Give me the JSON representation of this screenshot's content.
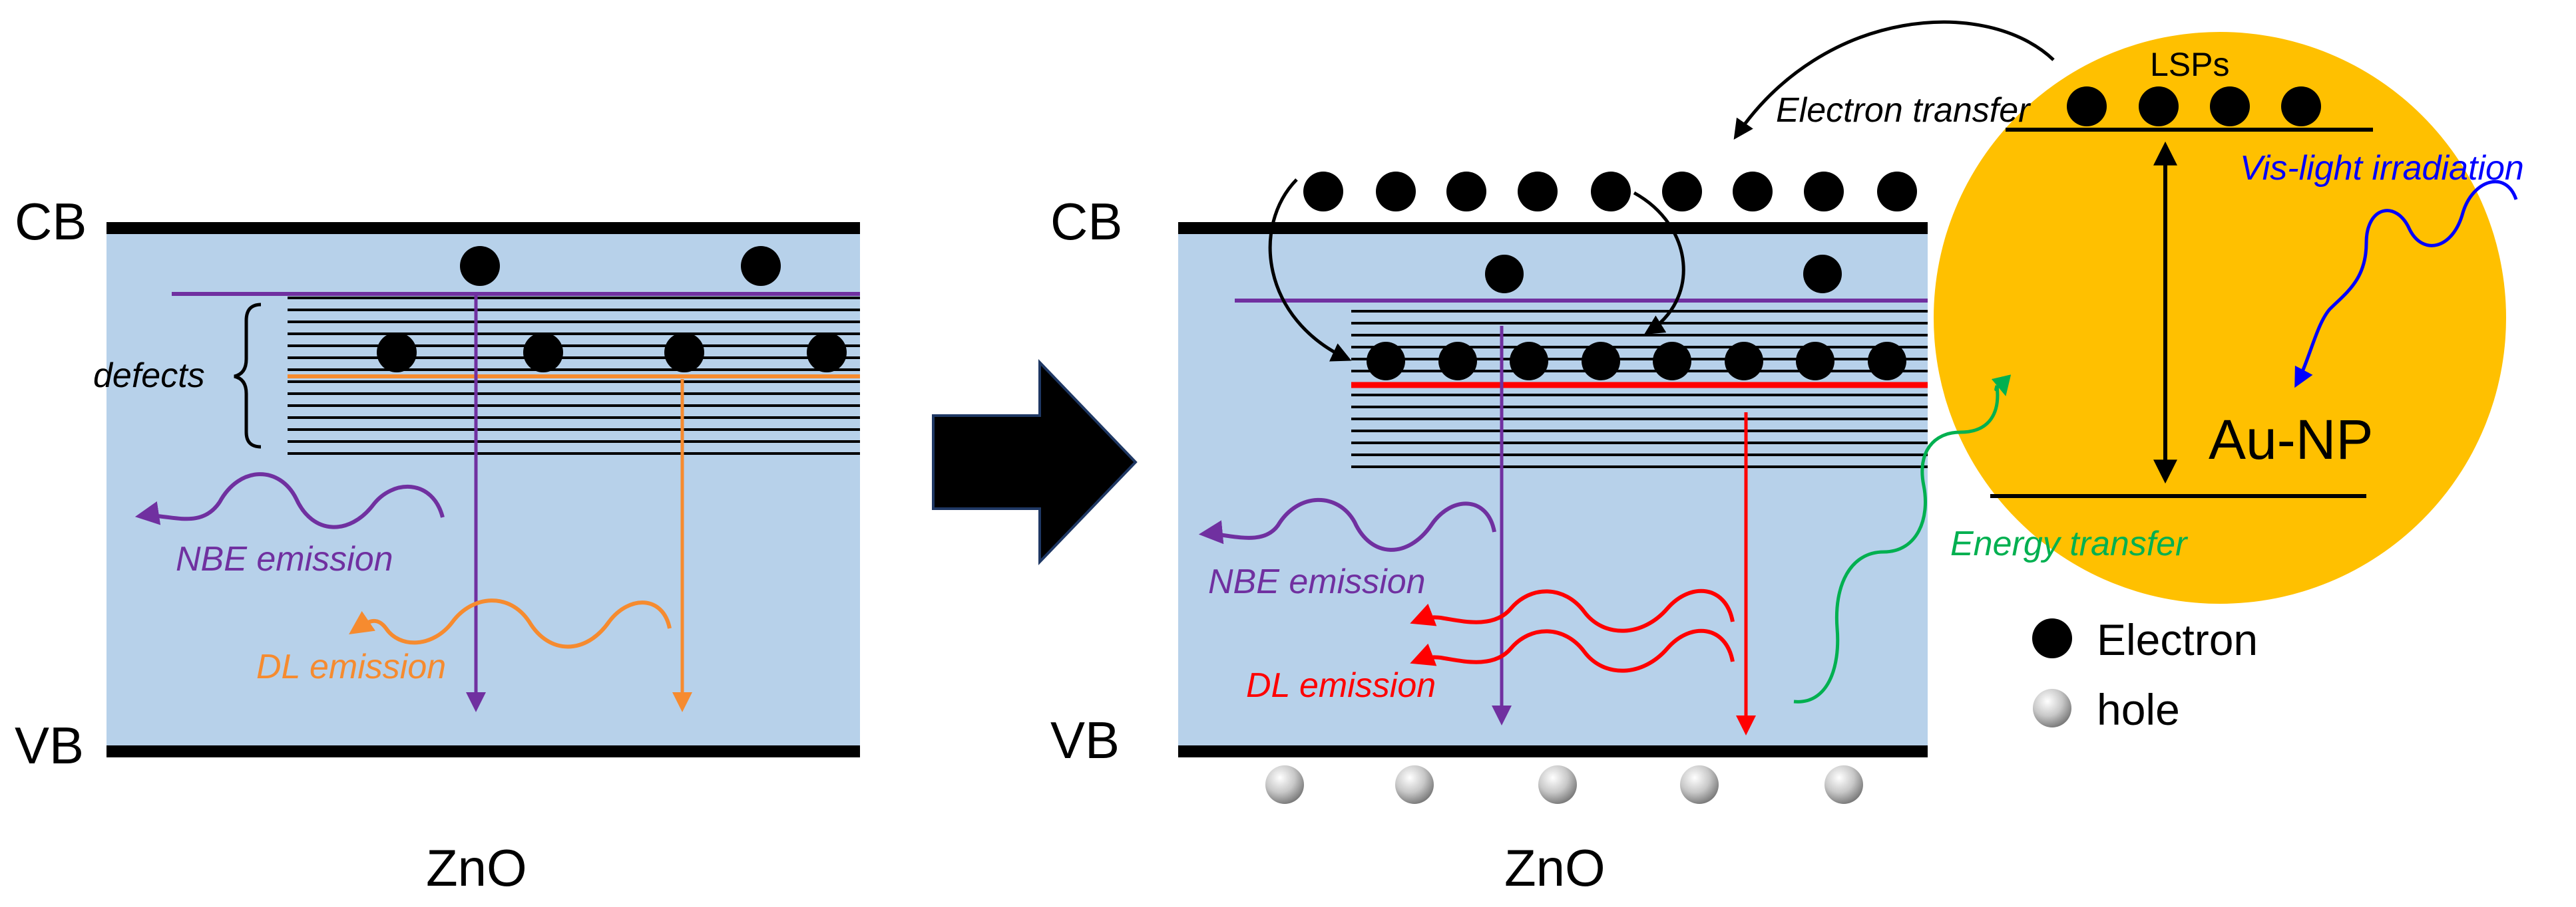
{
  "colors": {
    "band_fill": "#b7d1ea",
    "gold": "#ffc000",
    "black": "#000000",
    "purple": "#7030a0",
    "orange": "#f68b2f",
    "red": "#ff0000",
    "green": "#00b050",
    "blue": "#0000ff",
    "hole": "#c0c0c0"
  },
  "icons": [
    "electron-dot",
    "hole-sphere",
    "big-right-arrow"
  ],
  "left_panel": {
    "cb_label": "CB",
    "vb_label": "VB",
    "defects_label": "defects",
    "nbe_label": "NBE emission",
    "dl_label": "DL emission",
    "material_label": "ZnO"
  },
  "right_panel": {
    "cb_label": "CB",
    "vb_label": "VB",
    "nbe_label": "NBE emission",
    "dl_label": "DL emission",
    "material_label": "ZnO"
  },
  "au": {
    "lsps_label": "LSPs",
    "particle_label": "Au-NP",
    "electron_transfer_label": "Electron transfer",
    "vis_light_label": "Vis-light irradiation",
    "energy_transfer_label": "Energy transfer"
  },
  "legend": {
    "electron_label": "Electron",
    "hole_label": "hole"
  }
}
